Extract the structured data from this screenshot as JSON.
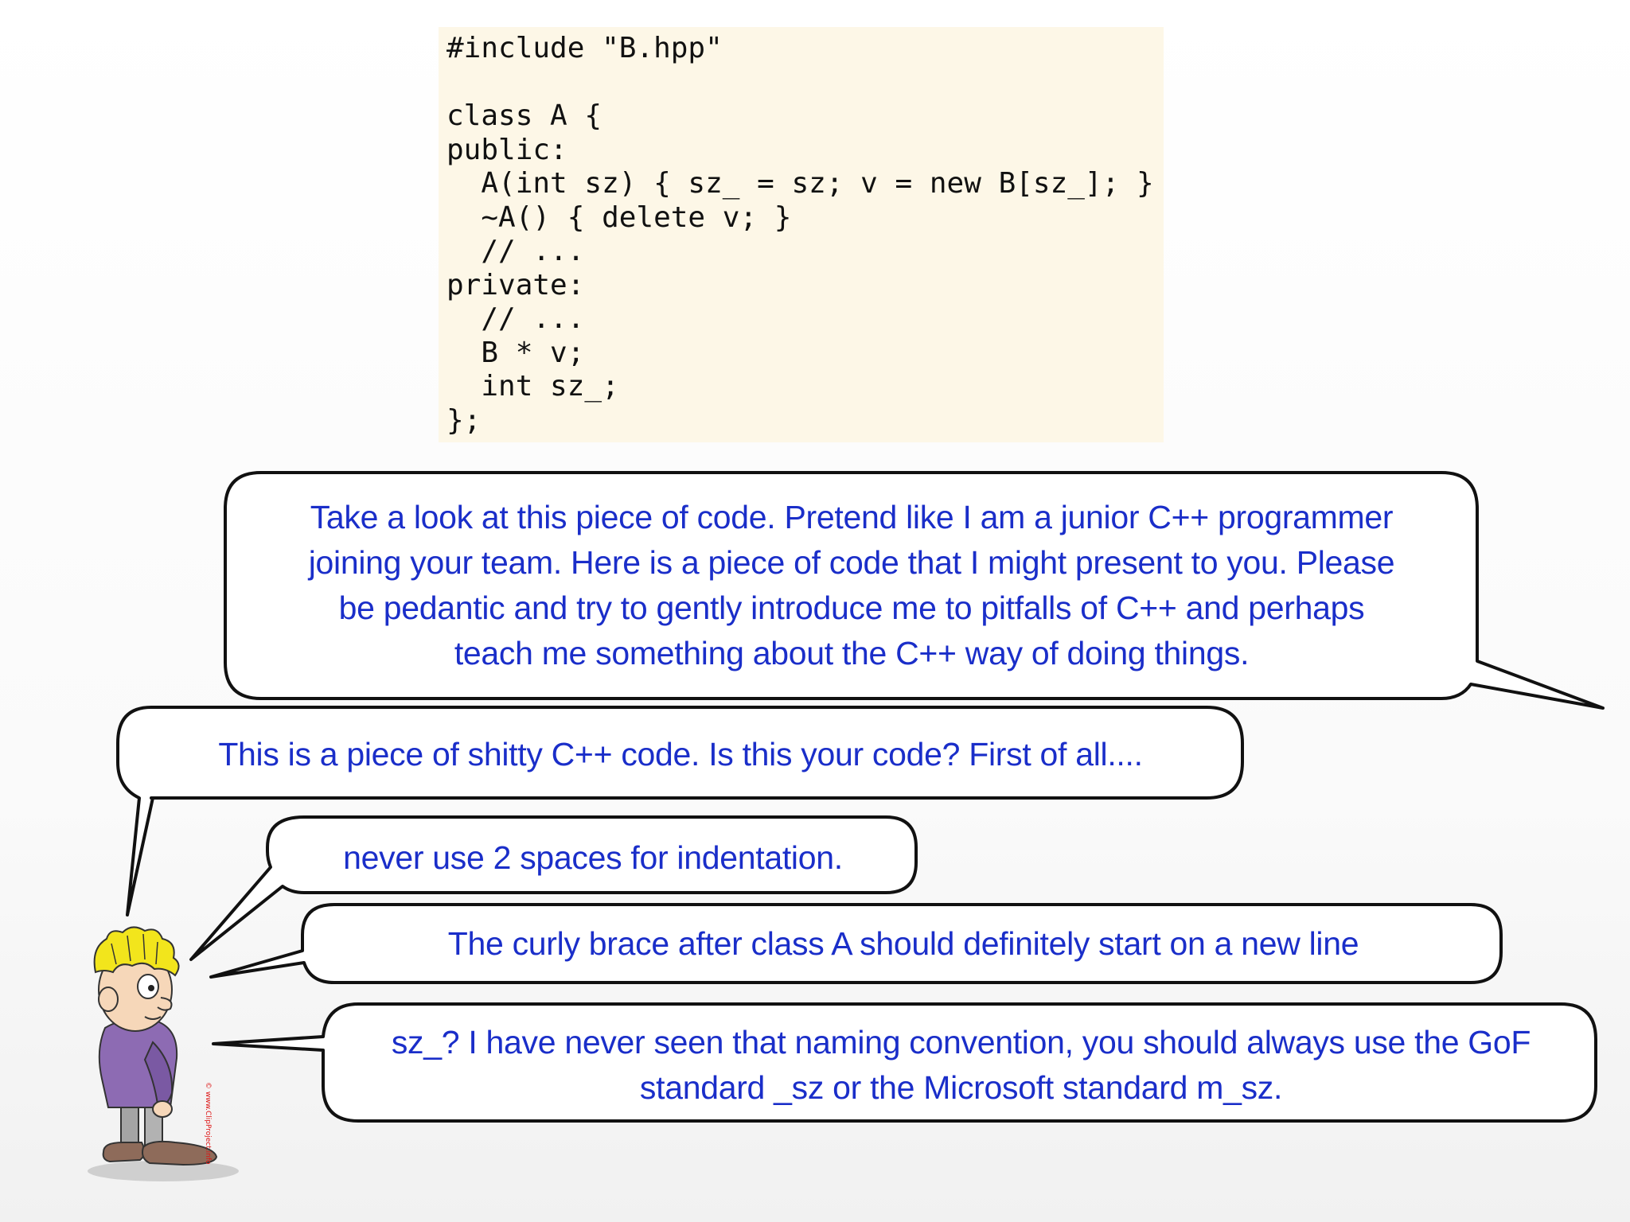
{
  "code": {
    "lines": [
      "#include \"B.hpp\"",
      "",
      "class A {",
      "public:",
      "  A(int sz) { sz_ = sz; v = new B[sz_]; }",
      "  ~A() { delete v; }",
      "  // ...",
      "private:",
      "  // ...",
      "  B * v;",
      "  int sz_;",
      "};"
    ]
  },
  "bubbles": {
    "junior": [
      "Take a look at this piece of code. Pretend like I am a junior C++ programmer",
      "joining your team. Here is a piece of code that I might present to you. Please",
      "be pedantic and try to gently introduce me to pitfalls of C++ and perhaps",
      "teach me something about the C++ way of doing things."
    ],
    "reply": "This is a piece of shitty C++ code. Is this your code? First of all....",
    "indentation": "never use 2 spaces for indentation.",
    "curly_brace": "The curly brace after class A should definitely start on a new line",
    "naming": [
      "sz_? I have never seen that naming convention, you should always use the GoF",
      "standard _sz or the Microsoft standard m_sz."
    ]
  },
  "cartoon": {
    "copyright": "© www.ClipProject.info"
  },
  "colors": {
    "text": "#1a2ec9",
    "code_background": "#fdf7e7",
    "bubble_border": "#111111"
  }
}
